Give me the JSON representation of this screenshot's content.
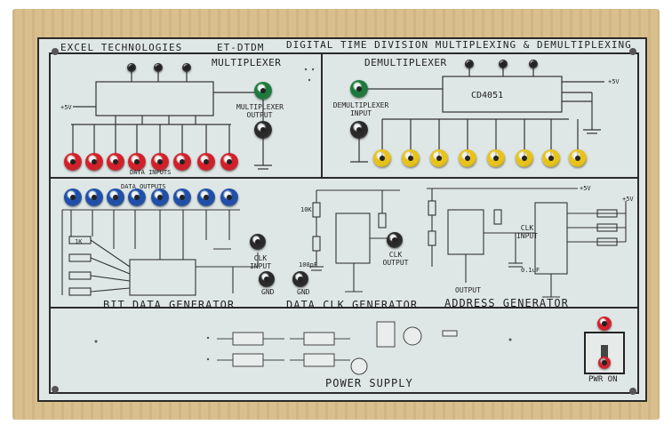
{
  "header": {
    "company": "EXCEL TECHNOLOGIES",
    "model": "ET-DTDM",
    "title": "DIGITAL TIME DIVISION MULTIPLEXING & DEMULTIPLEXING"
  },
  "sections": {
    "multiplexer": "MULTIPLEXER",
    "demultiplexer": "DEMULTIPLEXER",
    "bit_data_generator": "BIT DATA GENERATOR",
    "data_clk_generator": "DATA CLK GENERATOR",
    "address_generator": "ADDRESS GENERATOR",
    "power_supply": "POWER SUPPLY"
  },
  "labels": {
    "mux_output": "MULTIPLEXER OUTPUT",
    "demux_input": "DEMULTIPLEXER INPUT",
    "data_inputs": "DATA INPUTS",
    "data_outputs": "DATA OUTPUTS",
    "clk_input": "CLK INPUT",
    "clk_output": "CLK OUTPUT",
    "clk_input_addr": "CLK INPUT",
    "output": "OUTPUT",
    "gnd": "GND",
    "pwr_on": "PWR ON",
    "chip_demux": "CD4051",
    "plus5v_a": "+5V",
    "plus5v_b": "+5V",
    "plus5v_c": "+5V",
    "plus5v_d": "+5V",
    "r10k": "10K",
    "r1k": "1K",
    "cap_100pf": "100pF",
    "cap_01uf": "0.1uF"
  },
  "colors": {
    "panel": "#dfe7e6",
    "frame": "#d9bf8e",
    "red_terminal": "#d2202a",
    "blue_terminal": "#1f4fa8",
    "yellow_terminal": "#e7c21a",
    "green_terminal": "#1e7a3c",
    "black_terminal": "#2a2a2a"
  },
  "terminals": {
    "data_inputs_count": 8,
    "data_outputs_count": 8,
    "demux_outputs_count": 8
  }
}
